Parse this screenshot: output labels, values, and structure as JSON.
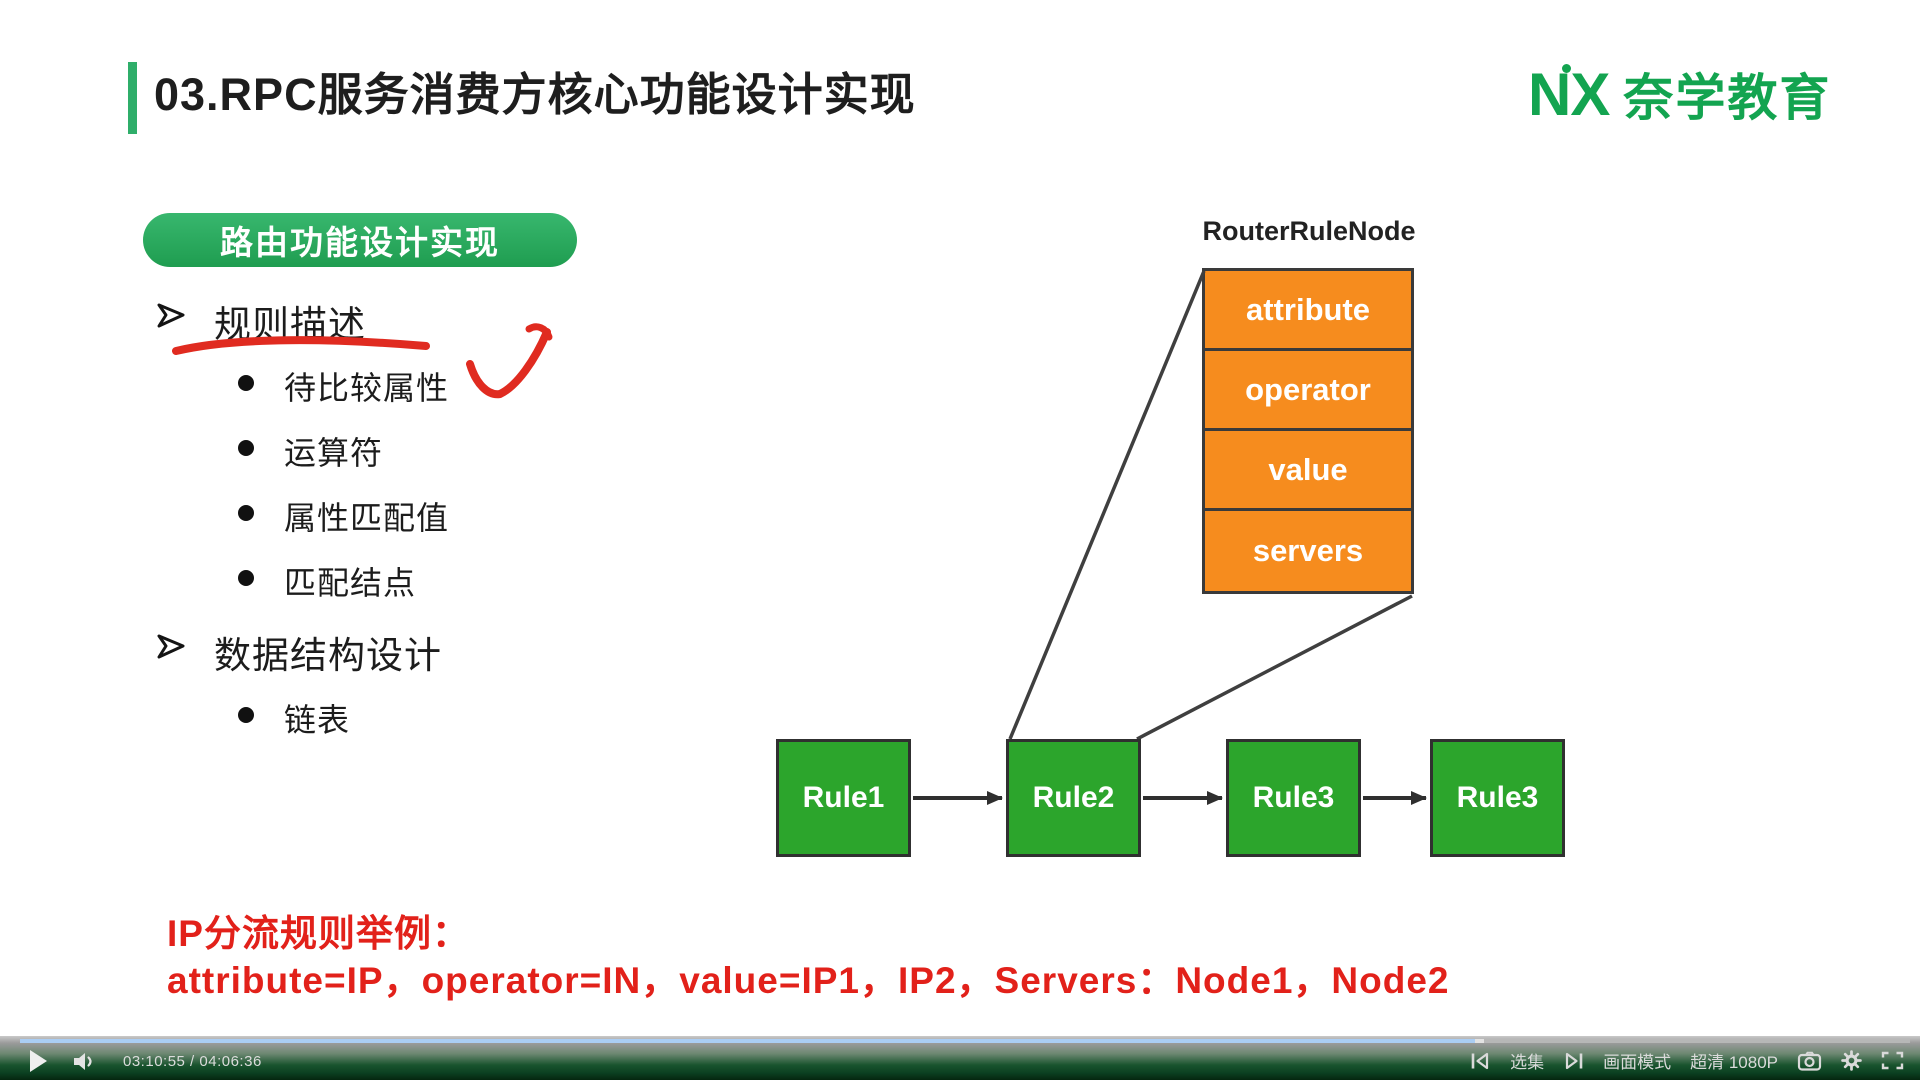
{
  "slide": {
    "title": "03.RPC服务消费方核心功能设计实现",
    "logo": {
      "mark": "NX",
      "name": "奈学教育"
    },
    "badge": "路由功能设计实现",
    "outline": [
      {
        "label": "规则描述",
        "children": [
          "待比较属性",
          "运算符",
          "属性匹配值",
          "匹配结点"
        ]
      },
      {
        "label": "数据结构设计",
        "children": [
          "链表"
        ]
      }
    ],
    "example": {
      "line1": "IP分流规则举例：",
      "line2": "attribute=IP，operator=IN，value=IP1，IP2，Servers：Node1，Node2"
    }
  },
  "diagram": {
    "node_label": "RouterRuleNode",
    "fields": [
      "attribute",
      "operator",
      "value",
      "servers"
    ],
    "rules": [
      "Rule1",
      "Rule2",
      "Rule3",
      "Rule3"
    ],
    "colors": {
      "field_fill": "#f68c1e",
      "rule_fill": "#2ca52c",
      "connector": "#2f2f2f",
      "annotation_red": "#e02b20"
    }
  },
  "player": {
    "time": "03:10:55 / 04:06:36",
    "progress_percent": 77,
    "buttons": {
      "episodes": "选集",
      "screen_mode": "画面模式",
      "quality": "超清 1080P"
    },
    "icons": {
      "play": "triangle-right",
      "volume": "speaker-with-wave",
      "prev_episode": "bar-left-triangle",
      "next_episode": "right-triangle-bar",
      "screenshot": "camera-outline",
      "settings": "gear",
      "fullscreen": "corner-brackets"
    },
    "colors": {
      "progress_played": "#aacdf3",
      "progress_track": "#b7b7b7",
      "bar_green": "#0b4021"
    }
  },
  "colors": {
    "brand_green": "#13a450",
    "badge_green": "#28a85a",
    "text_red": "#e2211a"
  }
}
